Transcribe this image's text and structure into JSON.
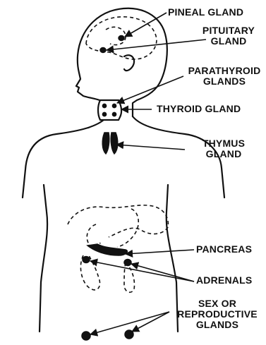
{
  "labels": {
    "pineal": [
      "PINEAL GLAND"
    ],
    "pituitary": [
      "PITUITARY",
      "GLAND"
    ],
    "parathyroid": [
      "PARATHYROID",
      "GLANDS"
    ],
    "thyroid": [
      "THYROID GLAND"
    ],
    "thymus": [
      "THYMUS",
      "GLAND"
    ],
    "pancreas": [
      "PANCREAS"
    ],
    "adrenals": [
      "ADRENALS"
    ],
    "reproductive": [
      "SEX OR",
      "REPRODUCTIVE",
      "GLANDS"
    ]
  }
}
